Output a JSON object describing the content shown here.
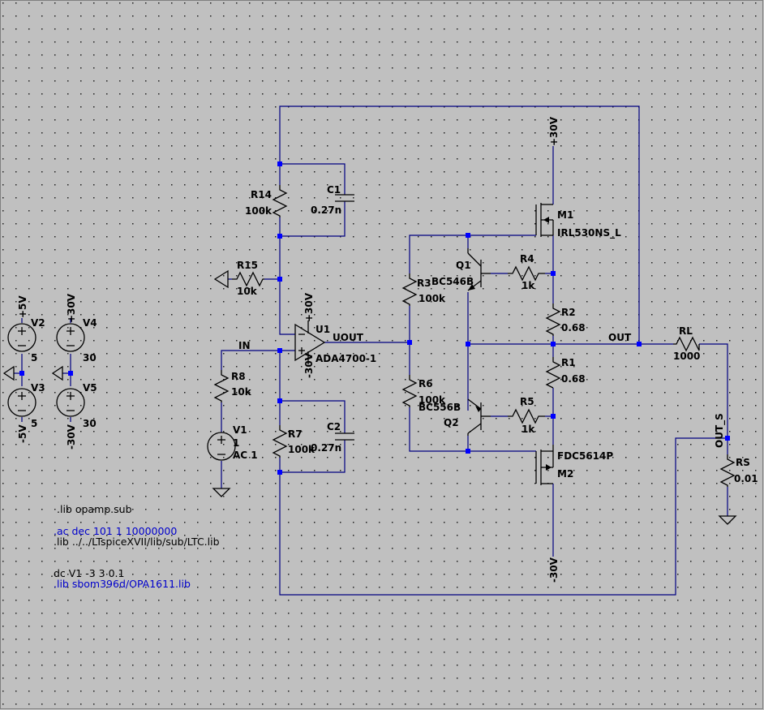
{
  "colors": {
    "background": "#c0c0c0",
    "grid_dot": "#202020",
    "wire": "#000080",
    "component": "#000000",
    "junction": "#0000ff",
    "directive_spice": "#0000cc",
    "directive_comment": "#000000"
  },
  "parts": {
    "R14": {
      "name": "R14",
      "value": "100k"
    },
    "C1": {
      "name": "C1",
      "value": "0.27n"
    },
    "R15": {
      "name": "R15",
      "value": "10k"
    },
    "R8": {
      "name": "R8",
      "value": "10k"
    },
    "V1": {
      "name": "V1",
      "value": "1",
      "value2": "AC 1"
    },
    "U1": {
      "name": "U1",
      "value": "ADA4700-1"
    },
    "R7": {
      "name": "R7",
      "value": "100k"
    },
    "C2": {
      "name": "C2",
      "value": "0.27n"
    },
    "R3": {
      "name": "R3",
      "value": "100k"
    },
    "R6": {
      "name": "R6",
      "value": "100k"
    },
    "Q1": {
      "name": "Q1",
      "value": "BC546B"
    },
    "Q2": {
      "name": "Q2",
      "value": "BC556B"
    },
    "R4": {
      "name": "R4",
      "value": "1k"
    },
    "R5": {
      "name": "R5",
      "value": "1k"
    },
    "M1": {
      "name": "M1",
      "value": "IRL530NS_L"
    },
    "M2": {
      "name": "M2",
      "value": "FDC5614P"
    },
    "R2": {
      "name": "R2",
      "value": "0.68"
    },
    "R1": {
      "name": "R1",
      "value": "0.68"
    },
    "RL": {
      "name": "RL",
      "value": "1000"
    },
    "RS": {
      "name": "RS",
      "value": "0.01"
    },
    "V2": {
      "name": "V2",
      "value": "5"
    },
    "V3": {
      "name": "V3",
      "value": "5"
    },
    "V4": {
      "name": "V4",
      "value": "30"
    },
    "V5": {
      "name": "V5",
      "value": "30"
    }
  },
  "nets": {
    "in": "IN",
    "uout": "UOUT",
    "out": "OUT",
    "out_s": "OUT_S",
    "p30": "+30V",
    "m30": "-30V",
    "p5": "+5V",
    "m5": "-5V"
  },
  "directives": [
    {
      "text": ".lib opamp.sub",
      "kind": "comment"
    },
    {
      "text": ".ac dec 101 1 10000000",
      "kind": "spice"
    },
    {
      "text": ".lib ../../LTspiceXVII/lib/sub/LTC.lib",
      "kind": "comment"
    },
    {
      "text": ".dc V1 -3 3 0.1",
      "kind": "comment"
    },
    {
      "text": ".lib sbom396d/OPA1611.lib",
      "kind": "spice"
    }
  ]
}
